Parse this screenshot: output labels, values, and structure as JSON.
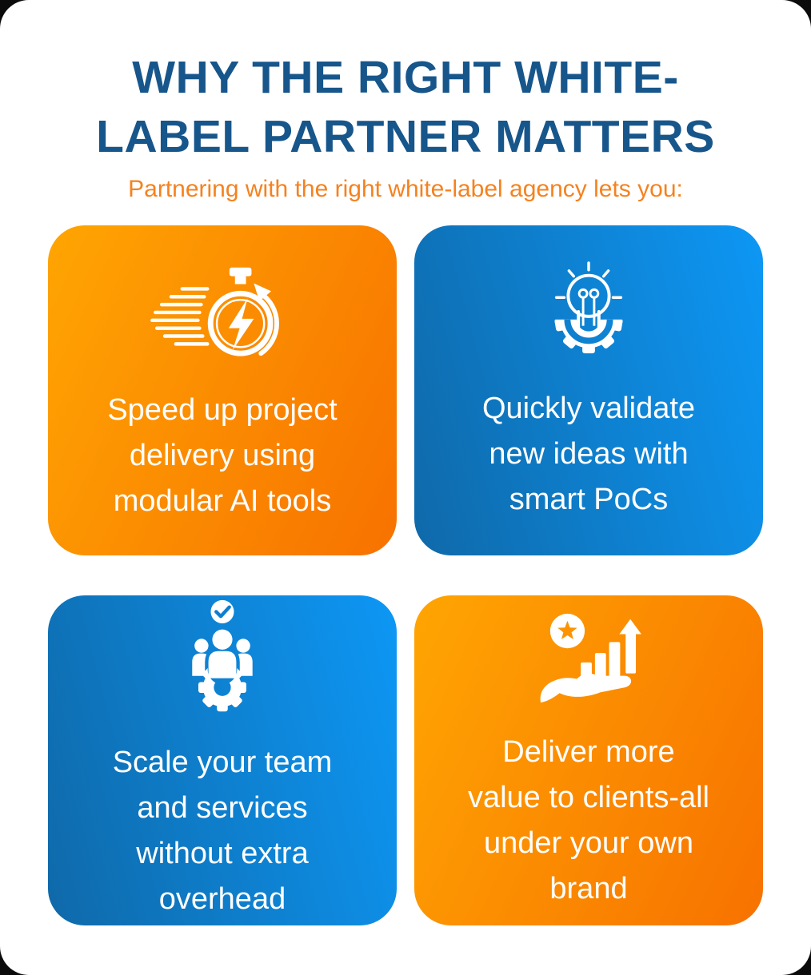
{
  "header": {
    "title": "WHY THE RIGHT WHITE-\nLABEL PARTNER MATTERS",
    "subtitle": "Partnering with the right white-label agency lets you:"
  },
  "cards": [
    {
      "id": "speed-up-delivery",
      "theme": "orange",
      "icon": "speed-stopwatch-icon",
      "text": "Speed up project\ndelivery using\nmodular AI tools"
    },
    {
      "id": "validate-ideas",
      "theme": "blue",
      "icon": "bulb-gear-icon",
      "text": "Quickly validate\nnew ideas with\nsmart PoCs"
    },
    {
      "id": "scale-team",
      "theme": "blue",
      "icon": "team-gear-icon",
      "text": "Scale your team\nand services\nwithout extra\noverhead"
    },
    {
      "id": "deliver-value",
      "theme": "orange",
      "icon": "growth-hand-icon",
      "text": "Deliver more\nvalue to clients-all\nunder your own\nbrand"
    }
  ],
  "colors": {
    "title": "#17568B",
    "subtitle": "#F5821F",
    "orange_gradient_start": "#FFA502",
    "orange_gradient_end": "#F77200",
    "blue_gradient_start": "#0F69A9",
    "blue_gradient_end": "#0D97F5",
    "card_text": "#FFFFFF",
    "check_mark": "#0E7FCE"
  }
}
